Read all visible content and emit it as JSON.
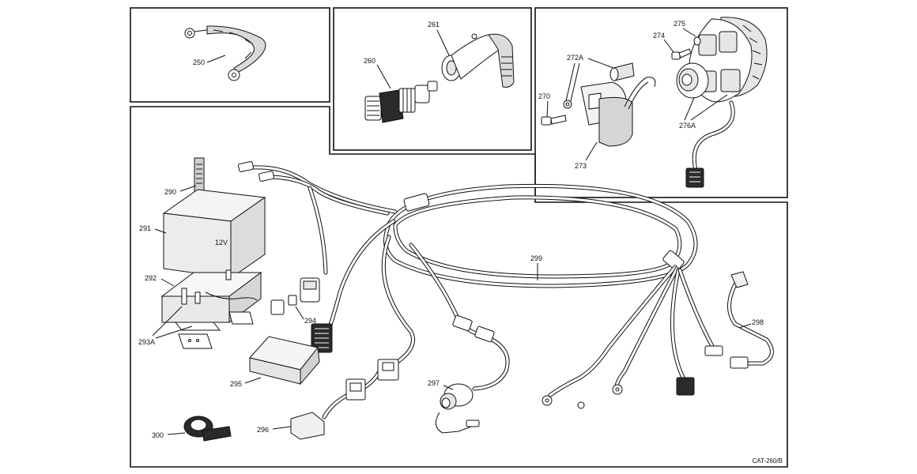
{
  "diagram": {
    "catalog_code": "CAT-260/B",
    "parts": [
      {
        "id": "p250",
        "label": "250"
      },
      {
        "id": "p260",
        "label": "260"
      },
      {
        "id": "p261",
        "label": "261"
      },
      {
        "id": "p270",
        "label": "270"
      },
      {
        "id": "p272A",
        "label": "272A"
      },
      {
        "id": "p273",
        "label": "273"
      },
      {
        "id": "p274",
        "label": "274"
      },
      {
        "id": "p275",
        "label": "275"
      },
      {
        "id": "p276A",
        "label": "276A"
      },
      {
        "id": "p290",
        "label": "290"
      },
      {
        "id": "p291",
        "label": "291"
      },
      {
        "id": "p292",
        "label": "292"
      },
      {
        "id": "p293A",
        "label": "293A"
      },
      {
        "id": "p294",
        "label": "294"
      },
      {
        "id": "p295",
        "label": "295"
      },
      {
        "id": "p296",
        "label": "296"
      },
      {
        "id": "p297",
        "label": "297"
      },
      {
        "id": "p298",
        "label": "298"
      },
      {
        "id": "p299",
        "label": "299"
      },
      {
        "id": "p300",
        "label": "300"
      }
    ],
    "battery_marking": "12V"
  }
}
